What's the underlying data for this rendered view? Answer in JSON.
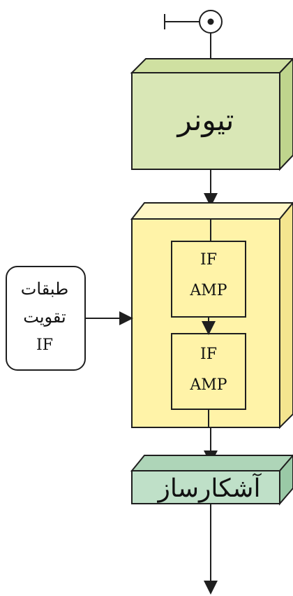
{
  "diagram": {
    "tuner": {
      "label": "تیونر"
    },
    "if_section": {
      "side_label_line1": "طبقات",
      "side_label_line2": "تقویت",
      "side_label_line3": "IF",
      "amp1_line1": "IF",
      "amp1_line2": "AMP",
      "amp2_line1": "IF",
      "amp2_line2": "AMP"
    },
    "detector": {
      "label": "آشکارساز"
    },
    "colors": {
      "tuner_face": "#d9e7b6",
      "tuner_top": "#cfe0a1",
      "tuner_side": "#bfd58d",
      "if_face": "#fff3a8",
      "if_top": "#fff6c6",
      "if_side": "#f4e58f",
      "detector_face": "#bfe0c8",
      "detector_top": "#aed5b8",
      "detector_side": "#9ac9a6",
      "stroke": "#1f1f1f"
    },
    "icons": {
      "antenna": "antenna-icon"
    }
  }
}
